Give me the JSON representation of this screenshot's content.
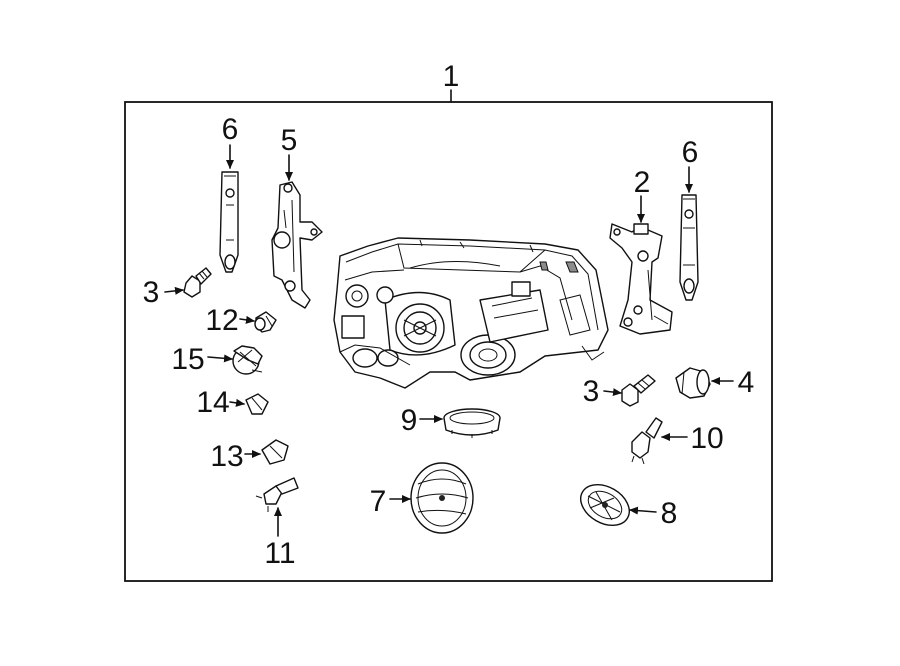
{
  "diagram": {
    "callouts": [
      "1",
      "2",
      "3",
      "3",
      "4",
      "5",
      "6",
      "6",
      "7",
      "8",
      "9",
      "10",
      "11",
      "12",
      "13",
      "14",
      "15"
    ],
    "parts": [
      "headlamp-assembly",
      "mounting-bracket-right",
      "screw-left",
      "screw-right",
      "socket-cap",
      "mounting-bracket-left",
      "adjuster-rail-left",
      "adjuster-rail-right",
      "dust-cover-large",
      "dust-cover-small",
      "retaining-ring",
      "halogen-bulb-high",
      "halogen-bulb-low",
      "signal-bulb",
      "wedge-bulb-small",
      "marker-bulb",
      "bulb-socket"
    ]
  }
}
